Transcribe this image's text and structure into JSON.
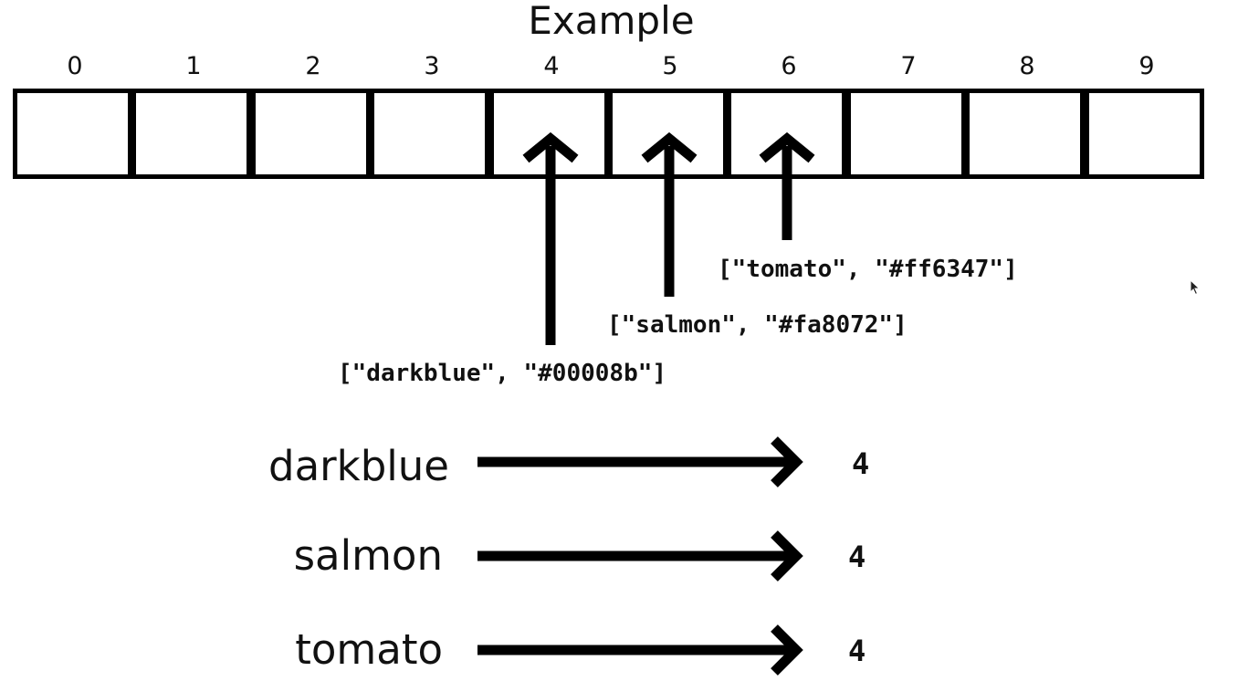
{
  "diagram": {
    "title": "Example",
    "indices": [
      "0",
      "1",
      "2",
      "3",
      "4",
      "5",
      "6",
      "7",
      "8",
      "9"
    ],
    "entries": [
      {
        "pair": "[\"darkblue\", \"#00008b\"]",
        "bucket": 4
      },
      {
        "pair": "[\"salmon\", \"#fa8072\"]",
        "bucket": 5
      },
      {
        "pair": "[\"tomato\", \"#ff6347\"]",
        "bucket": 6
      }
    ],
    "mappings": [
      {
        "key": "darkblue",
        "value": "4"
      },
      {
        "key": "salmon",
        "value": "4"
      },
      {
        "key": "tomato",
        "value": "4"
      }
    ]
  },
  "icons": {
    "cursor": "mouse-pointer-icon",
    "arrow": "arrow-icon"
  }
}
